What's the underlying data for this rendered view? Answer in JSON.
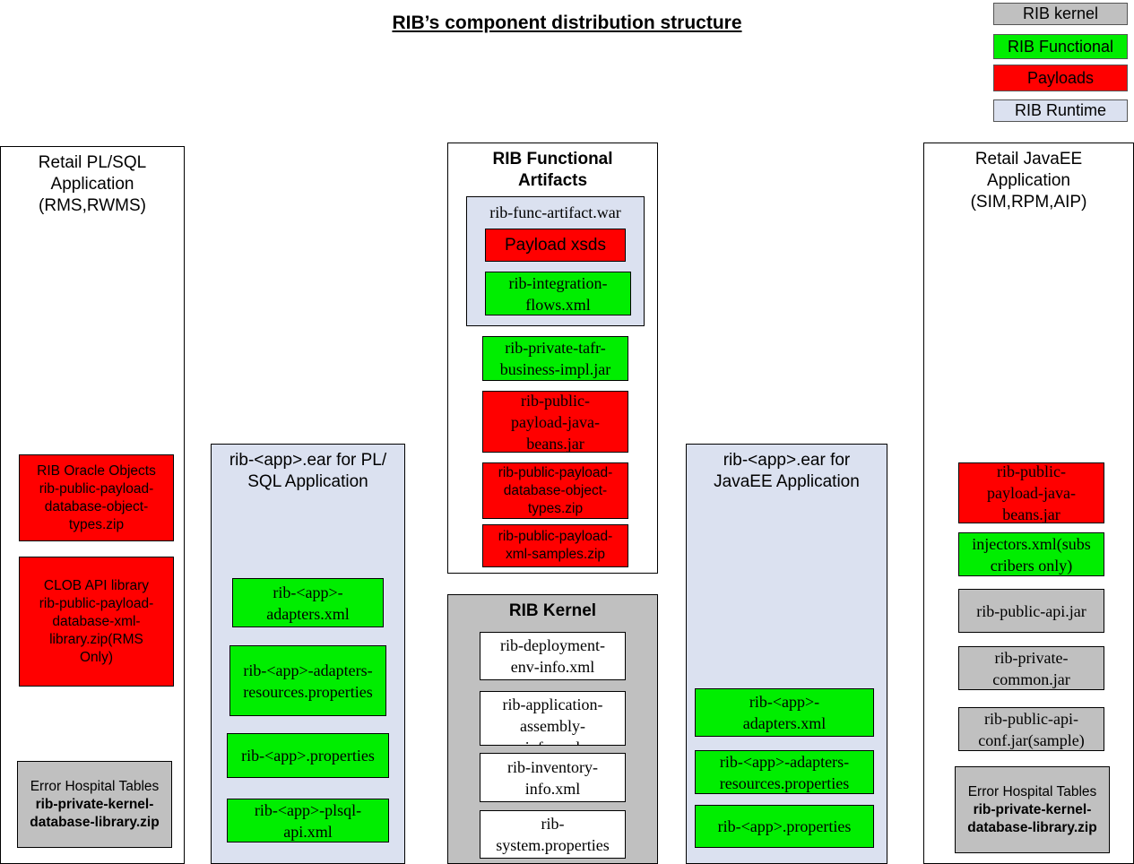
{
  "title": "RIB’s component distribution structure",
  "legend": {
    "kernel": "RIB kernel",
    "functional": "RIB Functional",
    "payloads": "Payloads",
    "runtime": "RIB Runtime"
  },
  "plsql_app": {
    "title": "Retail PL/SQL\nApplication\n(RMS,RWMS)",
    "oracle_objects": "RIB Oracle Objects\nrib-public-payload-\ndatabase-object-\ntypes.zip",
    "clob_api": "CLOB API library\nrib-public-payload-\ndatabase-xml-\nlibrary.zip(RMS\nOnly)",
    "error_hospital_label": "Error Hospital Tables",
    "error_hospital_file": "rib-private-kernel-\ndatabase-library.zip"
  },
  "plsql_ear": {
    "title": "rib-<app>.ear for PL/\nSQL Application",
    "adapters": "rib-<app>-\nadapters.xml",
    "adapters_resources": "rib-<app>-adapters-\nresources.properties",
    "properties": "rib-<app>.properties",
    "plsql_api": "rib-<app>-plsql-\napi.xml"
  },
  "functional": {
    "title": "RIB Functional\nArtifacts",
    "war_title": "rib-func-artifact.war",
    "payload_xsds": "Payload xsds",
    "integration_flows": "rib-integration-\nflows.xml",
    "tafr_impl": "rib-private-tafr-\nbusiness-impl.jar",
    "java_beans": "rib-public-\npayload-java-\nbeans.jar",
    "db_object_types": "rib-public-payload-\ndatabase-object-\ntypes.zip",
    "xml_samples": "rib-public-payload-\nxml-samples.zip"
  },
  "kernel": {
    "title": "RIB Kernel",
    "deployment_env": "rib-deployment-\nenv-info.xml",
    "app_assembly": "rib-application-\nassembly-\ninfo.xml",
    "inventory": "rib-inventory-\ninfo.xml",
    "system_props": "rib-\nsystem.properties"
  },
  "javaee_ear": {
    "title": "rib-<app>.ear for\nJavaEE Application",
    "adapters": "rib-<app>-\nadapters.xml",
    "adapters_resources": "rib-<app>-adapters-\nresources.properties",
    "properties": "rib-<app>.properties"
  },
  "javaee_app": {
    "title": "Retail JavaEE\nApplication\n(SIM,RPM,AIP)",
    "java_beans": "rib-public-\npayload-java-\nbeans.jar",
    "injectors": "injectors.xml(subs\ncribers only)",
    "public_api": "rib-public-api.jar",
    "private_common": "rib-private-\ncommon.jar",
    "api_conf": "rib-public-api-\nconf.jar(sample)",
    "error_hospital_label": "Error Hospital Tables",
    "error_hospital_file": "rib-private-kernel-\ndatabase-library.zip"
  },
  "colors": {
    "kernel": "#c0c0c0",
    "functional": "#00ee00",
    "payloads": "#ff0000",
    "runtime": "#dbe1f0"
  }
}
